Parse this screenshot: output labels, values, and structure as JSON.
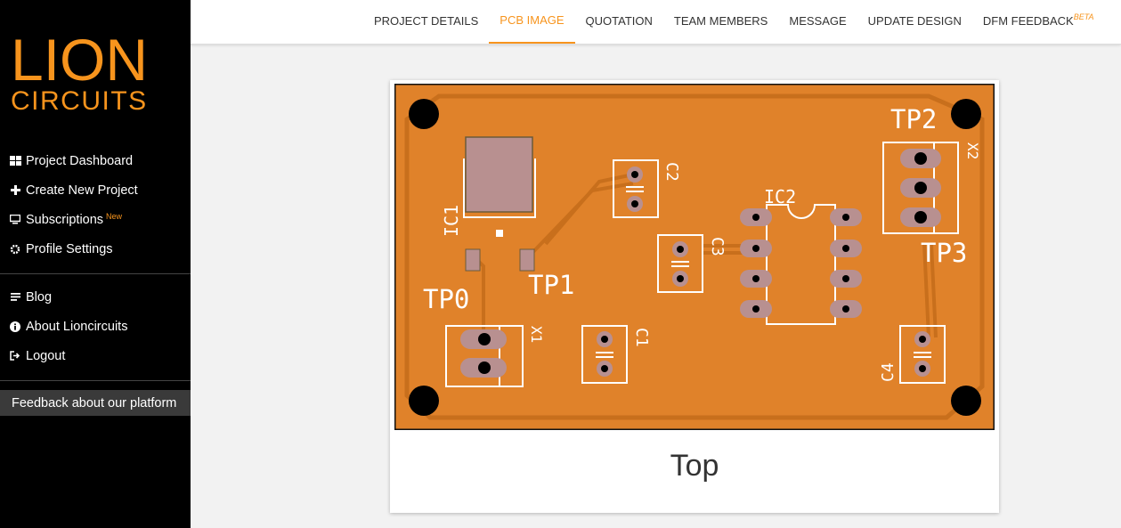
{
  "brand": {
    "line1": "LION",
    "line2": "CIRCUITS",
    "accent": "#f7941d"
  },
  "sidebar": {
    "main": [
      {
        "label": "Project Dashboard",
        "icon": "dashboard-icon"
      },
      {
        "label": "Create New Project",
        "icon": "plus-icon"
      },
      {
        "label": "Subscriptions",
        "badge": "New",
        "icon": "monitor-icon"
      },
      {
        "label": "Profile Settings",
        "icon": "gear-icon"
      }
    ],
    "secondary": [
      {
        "label": "Blog",
        "icon": "lines-icon"
      },
      {
        "label": "About Lioncircuits",
        "icon": "info-icon"
      },
      {
        "label": "Logout",
        "icon": "logout-icon"
      }
    ],
    "feedback": "Feedback about our platform"
  },
  "tabs": [
    {
      "label": "PROJECT DETAILS"
    },
    {
      "label": "PCB IMAGE",
      "active": true
    },
    {
      "label": "QUOTATION"
    },
    {
      "label": "TEAM MEMBERS"
    },
    {
      "label": "MESSAGE"
    },
    {
      "label": "UPDATE DESIGN"
    },
    {
      "label": "DFM FEEDBACK",
      "sup": "BETA"
    }
  ],
  "pcb": {
    "caption": "Top",
    "board_color": "#e0822a",
    "labels": {
      "tp0": "TP0",
      "tp1": "TP1",
      "tp2": "TP2",
      "tp3": "TP3",
      "ic1": "IC1",
      "ic2": "IC2",
      "c1": "C1",
      "c2": "C2",
      "c3": "C3",
      "c4": "C4",
      "x1": "X1",
      "x2": "X2"
    }
  }
}
